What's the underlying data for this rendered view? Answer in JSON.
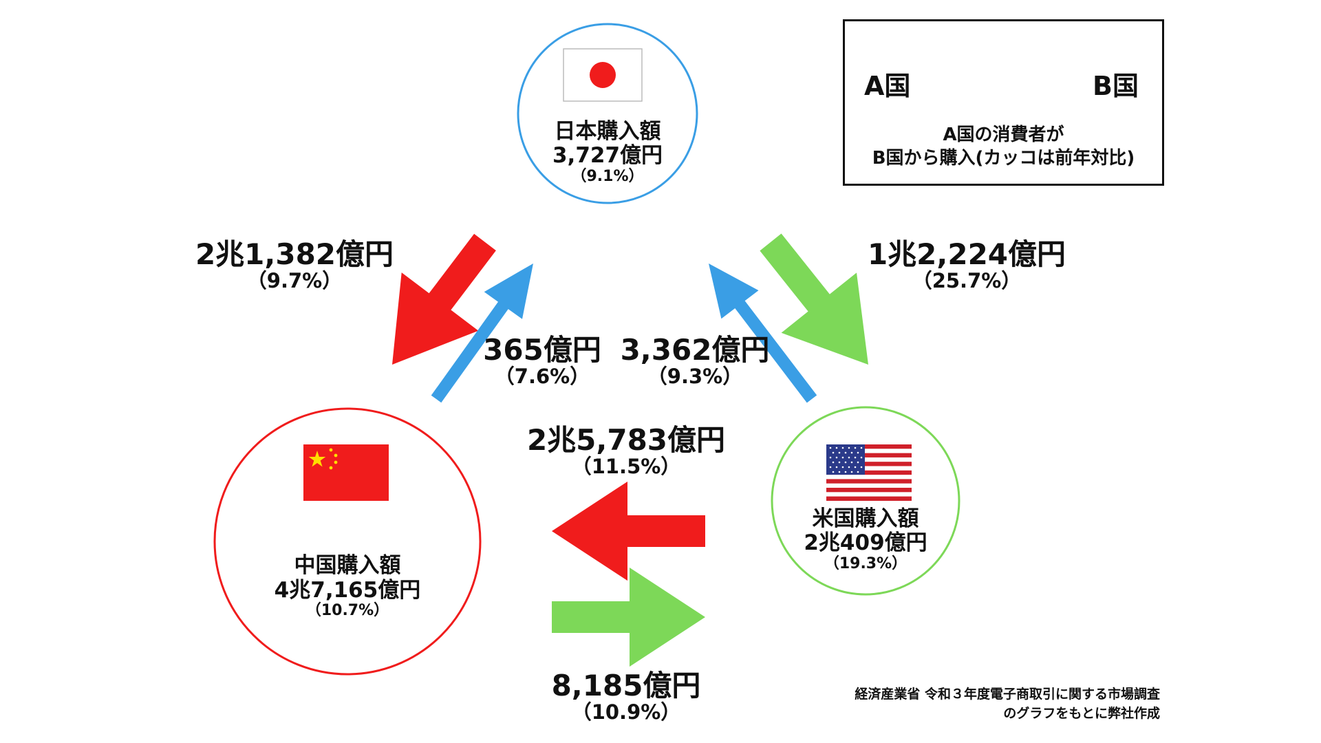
{
  "colors": {
    "japan": "#3a9ee5",
    "china": "#f01c1c",
    "usa": "#7dd858",
    "legend_arrow": "#6e6e6e"
  },
  "legend": {
    "a_label": "A国",
    "b_label": "B国",
    "caption_line1": "A国の消費者が",
    "caption_line2": "B国から購入(カッコは前年対比)"
  },
  "nodes": {
    "japan": {
      "label": "日本購入額",
      "amount": "3,727億円",
      "pct": "（9.1%）",
      "flag": "japan-flag"
    },
    "china": {
      "label": "中国購入額",
      "amount": "4兆7,165億円",
      "pct": "（10.7%）",
      "flag": "china-flag"
    },
    "usa": {
      "label": "米国購入額",
      "amount": "2兆409億円",
      "pct": "（19.3%）",
      "flag": "usa-flag"
    }
  },
  "flows": {
    "china_from_japan": {
      "amount": "2兆1,382億円",
      "pct": "（9.7%）"
    },
    "japan_from_china": {
      "amount": "365億円",
      "pct": "（7.6%）"
    },
    "japan_from_usa": {
      "amount": "3,362億円",
      "pct": "（9.3%）"
    },
    "usa_from_japan": {
      "amount": "1兆2,224億円",
      "pct": "（25.7%）"
    },
    "china_from_usa": {
      "amount": "2兆5,783億円",
      "pct": "（11.5%）"
    },
    "usa_from_china": {
      "amount": "8,185億円",
      "pct": "（10.9%）"
    }
  },
  "source": {
    "line1": "経済産業省 令和３年度電子商取引に関する市場調査",
    "line2": "のグラフをもとに弊社作成"
  }
}
